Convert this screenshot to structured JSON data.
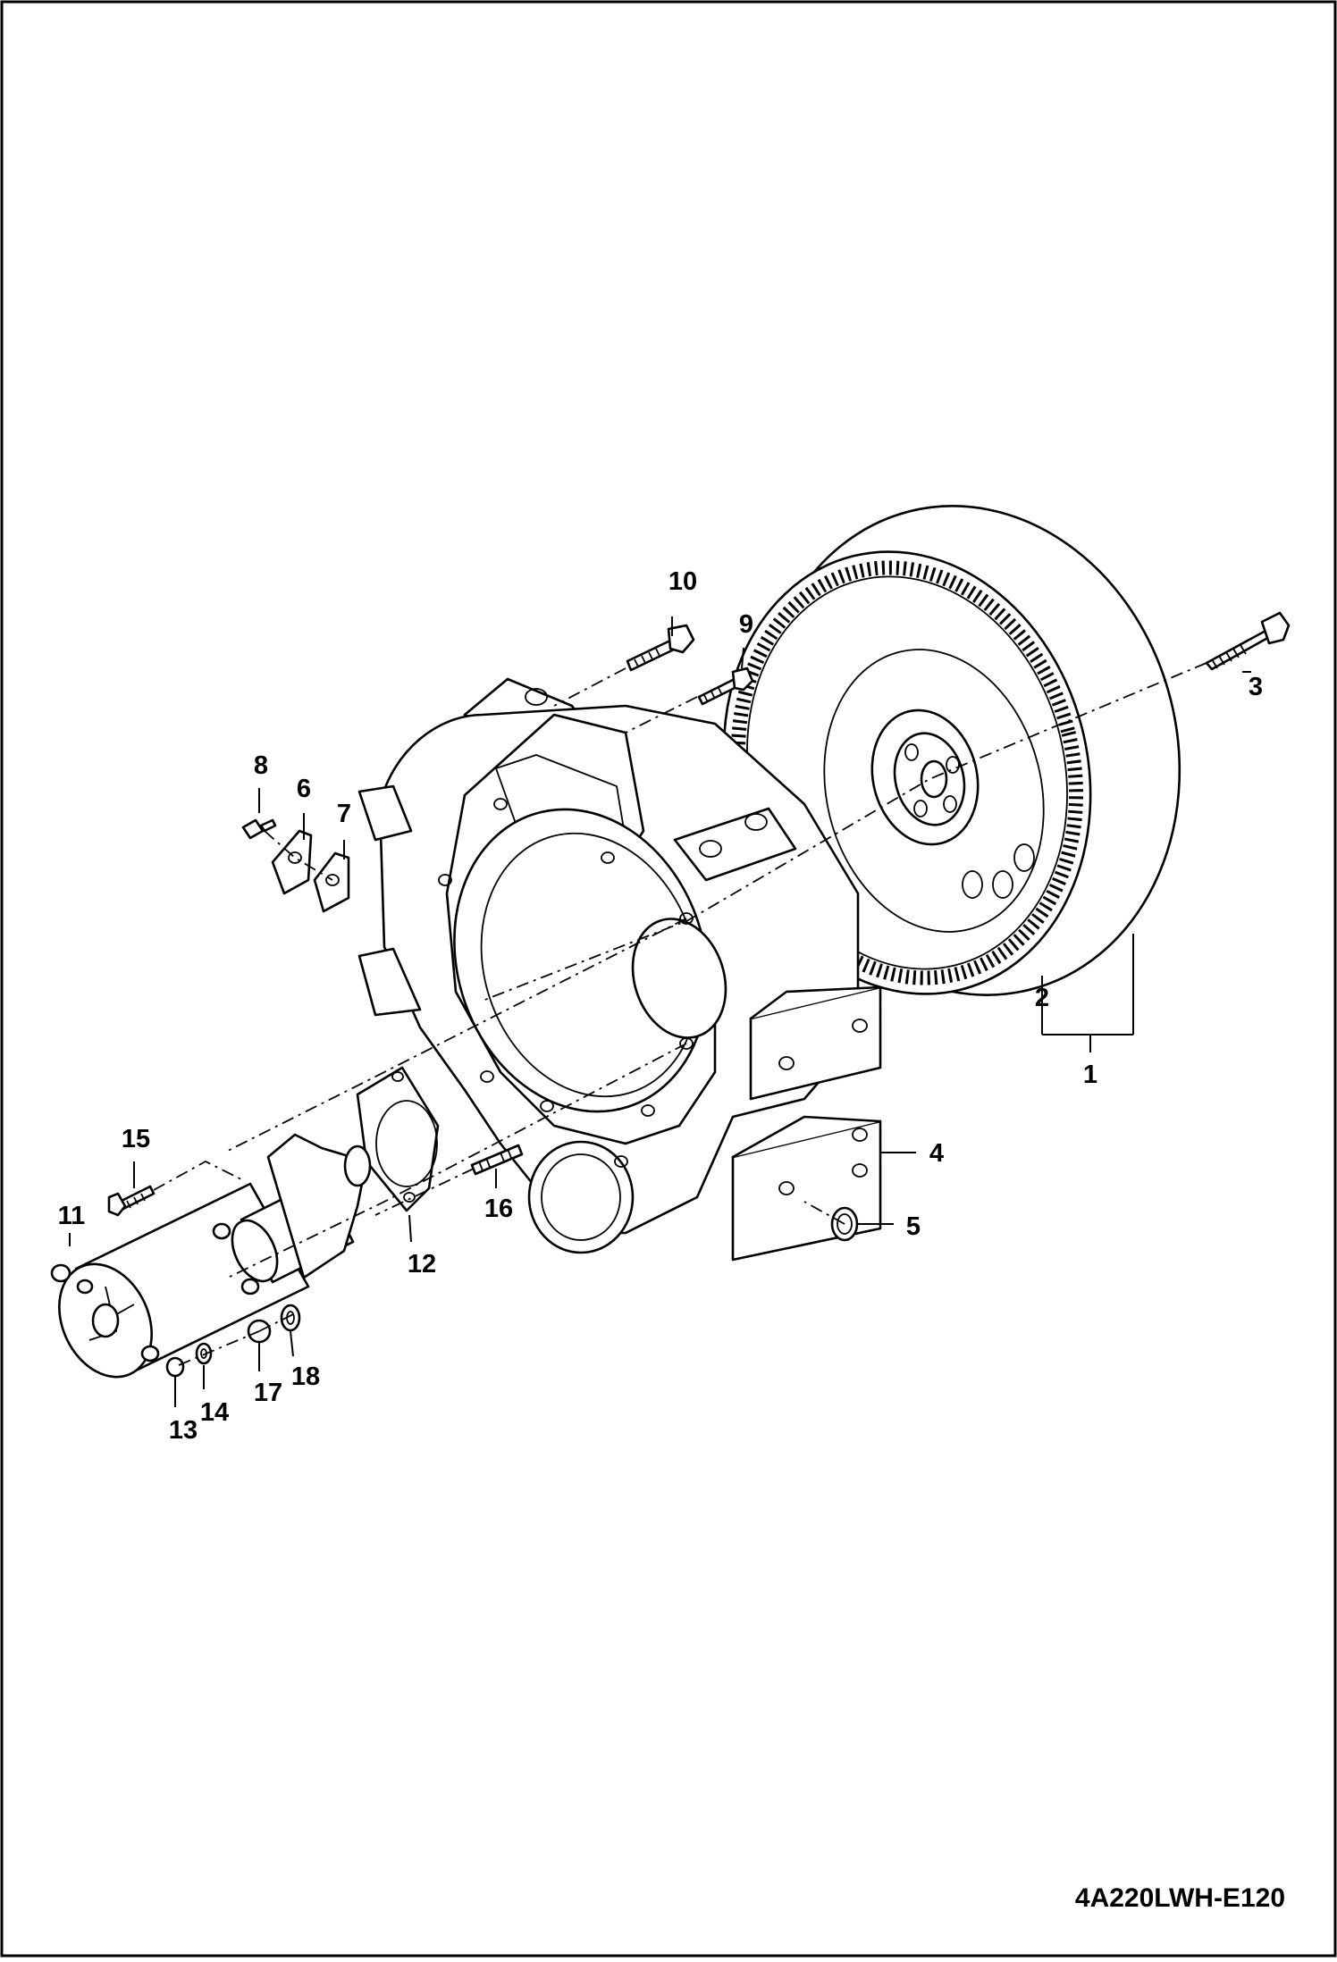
{
  "drawing_code": "4A220LWH-E120",
  "callouts": [
    "1",
    "2",
    "3",
    "4",
    "5",
    "6",
    "7",
    "8",
    "9",
    "10",
    "11",
    "12",
    "13",
    "14",
    "15",
    "16",
    "17",
    "18"
  ]
}
